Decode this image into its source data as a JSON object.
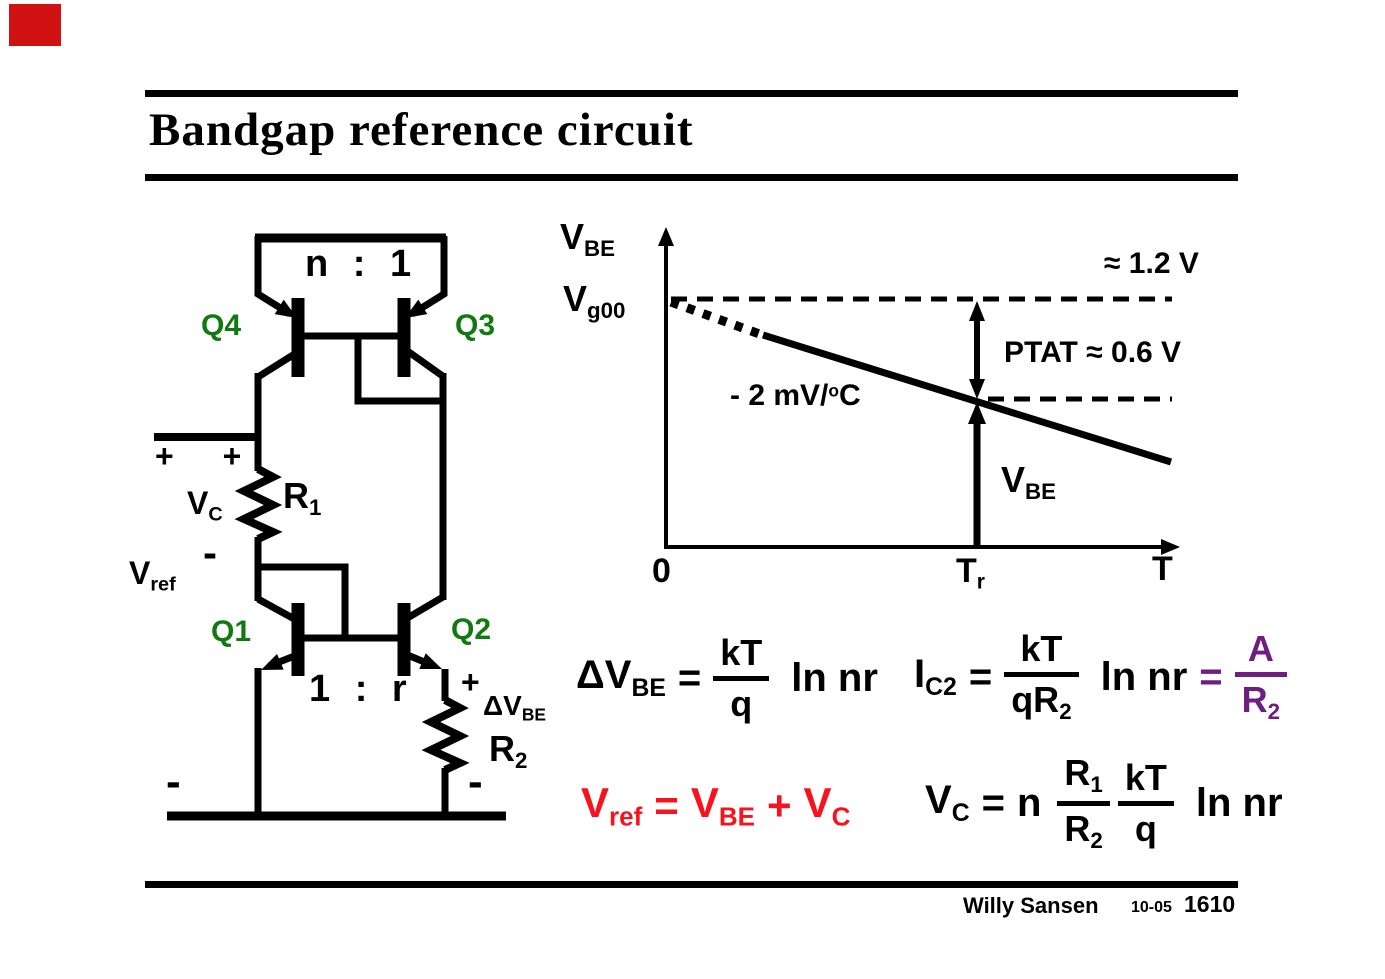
{
  "slide": {
    "title": "Bandgap reference circuit"
  },
  "corner_marker": {
    "color": "#d01212"
  },
  "palette": {
    "ink": "#000000",
    "green_label": "#107a10",
    "red_equation": "#f8121e",
    "purple_equation": "#6e1d80"
  },
  "footer": {
    "author": "Willy Sansen",
    "date_code": "10-05",
    "slide_number": "1610"
  },
  "circuit": {
    "mirror_ratio_top": "n : 1",
    "mirror_ratio_bottom": "1 : r",
    "q4": "Q4",
    "q3": "Q3",
    "q1": "Q1",
    "q2": "Q2",
    "plus_plus": "+ +",
    "vc_label": [
      {
        "t": "V"
      },
      {
        "t": "C",
        "sub": true
      }
    ],
    "r1_label": [
      {
        "t": "R"
      },
      {
        "t": "1",
        "sub": true
      }
    ],
    "minus_vc": "-",
    "vref_label": [
      {
        "t": "V"
      },
      {
        "t": "ref",
        "sub": true
      }
    ],
    "plus_r2": "+",
    "delta_vbe_label": [
      {
        "t": "ΔV"
      },
      {
        "t": "BE",
        "sub": true
      }
    ],
    "r2_label": [
      {
        "t": "R"
      },
      {
        "t": "2",
        "sub": true
      }
    ],
    "minus_bottom_left": "-",
    "minus_bottom_right": "-"
  },
  "graph": {
    "y_axis_label": [
      {
        "t": "V"
      },
      {
        "t": "BE",
        "sub": true
      }
    ],
    "vg00_label": [
      {
        "t": "V"
      },
      {
        "t": "g00",
        "sub": true
      }
    ],
    "level_12v": "≈ 1.2 V",
    "ptat_label": "PTAT ≈ 0.6 V",
    "slope_label": [
      {
        "t": "- 2 mV/"
      },
      {
        "t": "o",
        "sup": true
      },
      {
        "t": "C"
      }
    ],
    "vbe_arrow_label": [
      {
        "t": "V"
      },
      {
        "t": "BE",
        "sub": true
      }
    ],
    "origin_label": "0",
    "tr_label": [
      {
        "t": "T"
      },
      {
        "t": "r",
        "sub": true
      }
    ],
    "t_label": "T"
  },
  "equations": {
    "delta_vbe": {
      "lhs": [
        {
          "t": "ΔV"
        },
        {
          "t": "BE",
          "sub": true
        }
      ],
      "equals": "=",
      "frac_num": [
        {
          "t": "kT"
        }
      ],
      "frac_den": [
        {
          "t": "q"
        }
      ],
      "tail": "ln nr"
    },
    "ic2": {
      "lhs": [
        {
          "t": "I"
        },
        {
          "t": "C2",
          "sub": true
        }
      ],
      "equals": "=",
      "frac_num": [
        {
          "t": "kT"
        }
      ],
      "frac_den": [
        {
          "t": "qR"
        },
        {
          "t": "2",
          "sub": true
        }
      ],
      "mid": "ln nr",
      "equals2": "=",
      "frac2_num": [
        {
          "t": "A"
        }
      ],
      "frac2_den": [
        {
          "t": "R"
        },
        {
          "t": "2",
          "sub": true
        }
      ]
    },
    "vref": {
      "lhs": [
        {
          "t": "V"
        },
        {
          "t": "ref",
          "sub": true
        }
      ],
      "equals": "=",
      "term1": [
        {
          "t": "V"
        },
        {
          "t": "BE",
          "sub": true
        }
      ],
      "plus": "+",
      "term2": [
        {
          "t": "V"
        },
        {
          "t": "C",
          "sub": true
        }
      ]
    },
    "vc": {
      "lhs": [
        {
          "t": "V"
        },
        {
          "t": "C",
          "sub": true
        }
      ],
      "equals": "=",
      "coeff": "n",
      "fracA_num": [
        {
          "t": "R"
        },
        {
          "t": "1",
          "sub": true
        }
      ],
      "fracA_den": [
        {
          "t": "R"
        },
        {
          "t": "2",
          "sub": true
        }
      ],
      "fracB_num": [
        {
          "t": "kT"
        }
      ],
      "fracB_den": [
        {
          "t": "q"
        }
      ],
      "tail": "ln nr"
    }
  },
  "chart_data": {
    "type": "line",
    "title": "",
    "xlabel": "T",
    "ylabel": "VBE",
    "x_ticks": [
      "0",
      "Tr",
      "T"
    ],
    "y_ticks": [
      "Vg00"
    ],
    "series": [
      {
        "name": "VBE(T)",
        "style": "solid",
        "description": "straight line decreasing with temperature, slope -2 mV/°C, passing ≈0.6 V at Tr"
      },
      {
        "name": "extrapolation",
        "style": "dotted",
        "description": "dotted extrapolation of VBE(T) back to Vg00 at T = 0"
      }
    ],
    "reference_lines": [
      {
        "label": "≈ 1.2 V",
        "style": "dashed",
        "level": "Vg00"
      },
      {
        "label": "PTAT ≈ 0.6 V",
        "style": "dashed",
        "level": "VBE at Tr"
      }
    ],
    "annotations": [
      "- 2 mV/°C",
      "PTAT ≈ 0.6 V",
      "VBE",
      "≈ 1.2 V"
    ],
    "legend": false,
    "grid": false
  }
}
